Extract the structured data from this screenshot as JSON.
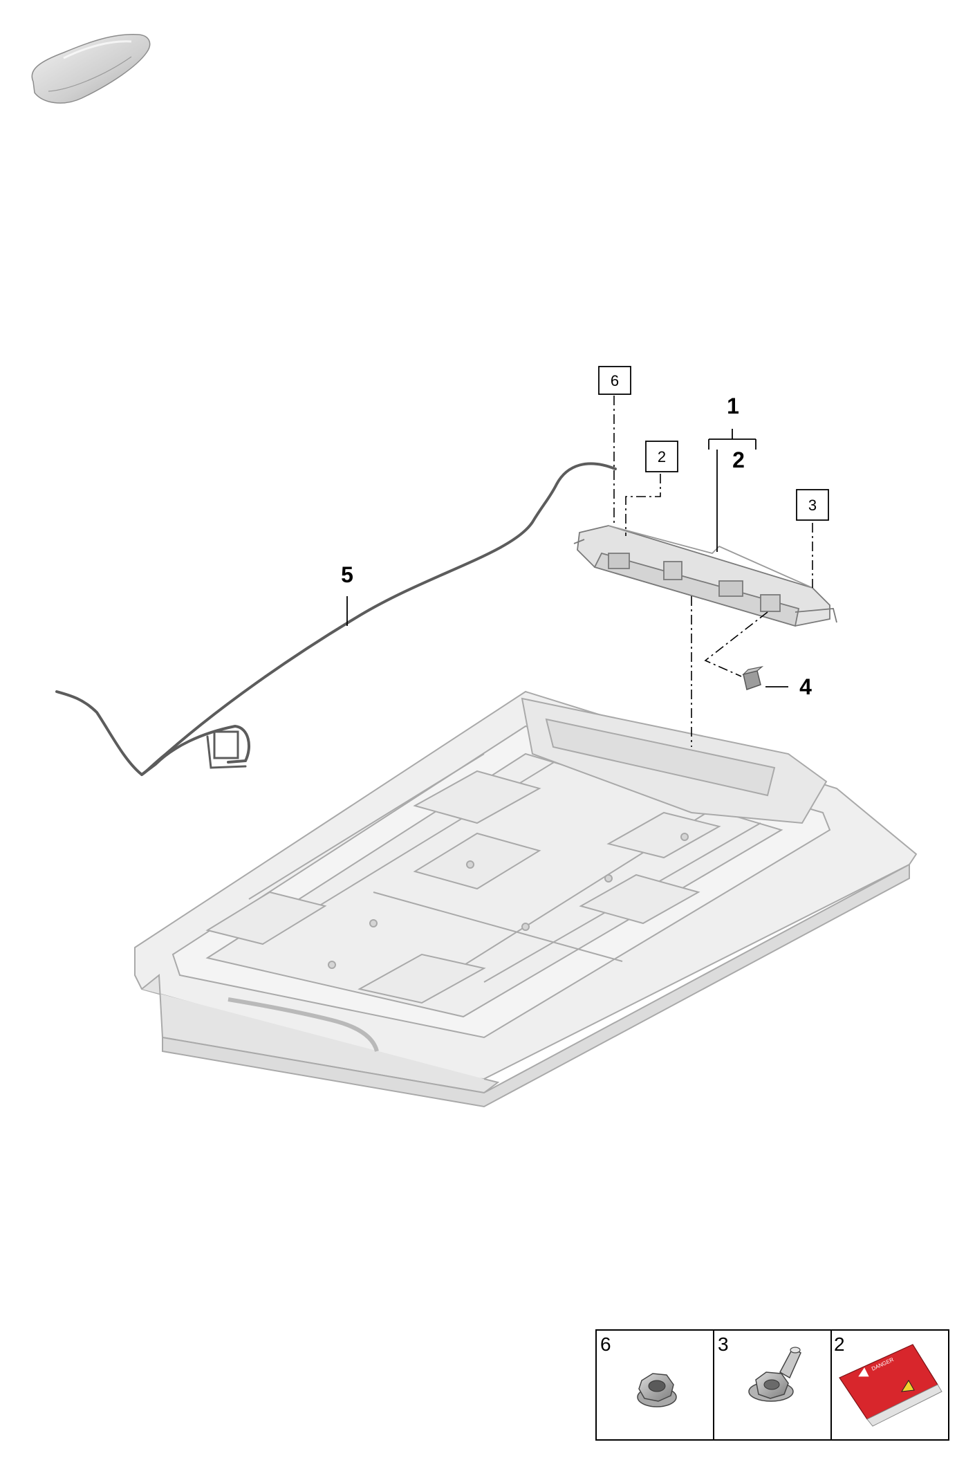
{
  "callouts": {
    "assembly_top": "1",
    "assembly_sub": "2",
    "cap": "4",
    "harness": "5"
  },
  "boxed_refs": {
    "nut_ref": "6",
    "label_ref": "2",
    "bolt_ref": "3"
  },
  "legend": {
    "cells": [
      {
        "number": "6",
        "icon": "flange-nut-icon"
      },
      {
        "number": "3",
        "icon": "bolt-icon"
      },
      {
        "number": "2",
        "icon": "warning-label-icon"
      }
    ],
    "label_text": "DANGER",
    "label_color": "#d8262c"
  },
  "colors": {
    "line": "#000000",
    "part_fill": "#e6e6e6",
    "part_edge": "#a9a9a9",
    "tray_fill": "#efefef",
    "harness": "#5c5c5c"
  }
}
